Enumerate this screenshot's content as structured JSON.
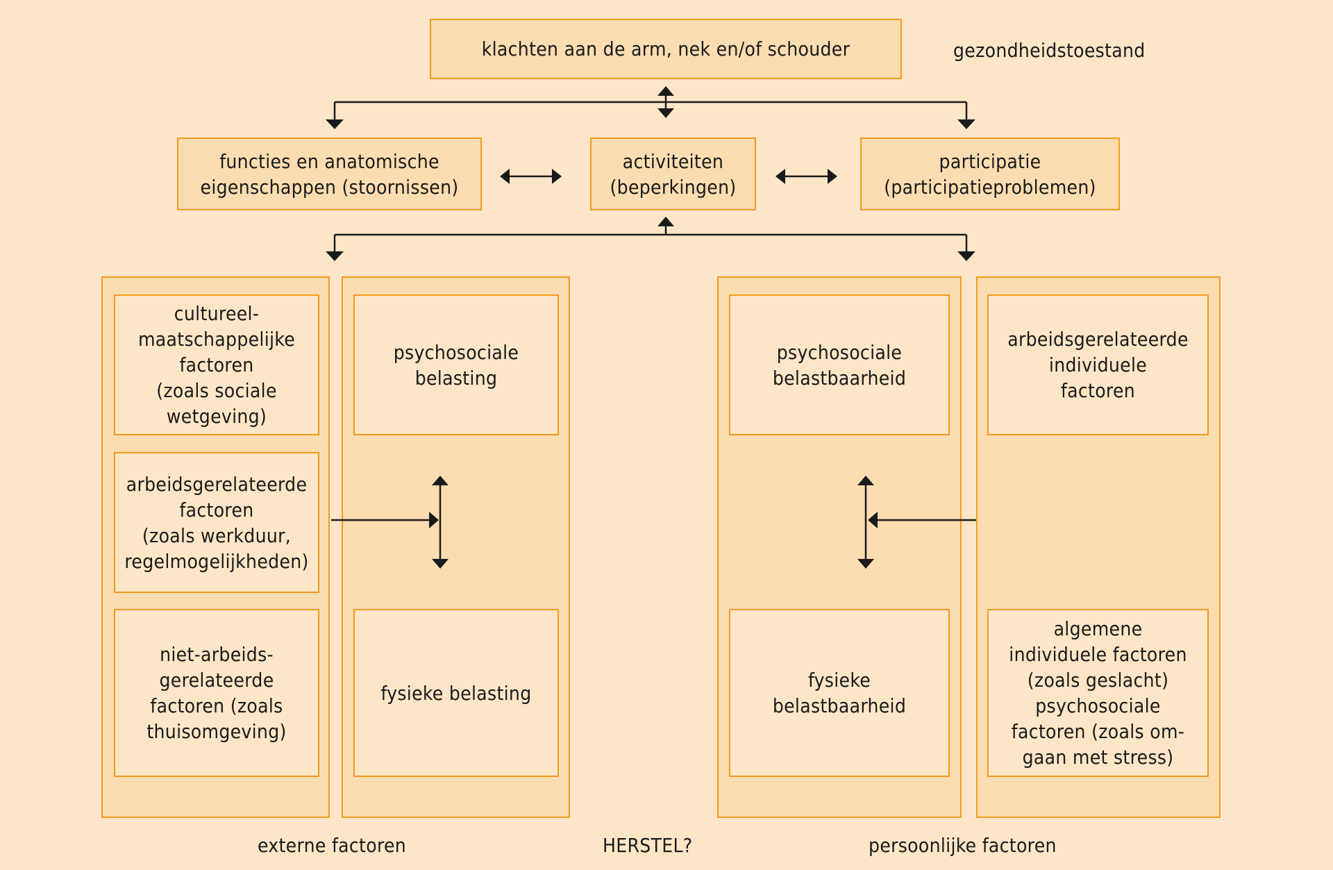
{
  "top": {
    "complaint": "klachten aan de arm, nek en/of schouder",
    "health_state_label": "gezondheidstoestand"
  },
  "middle_row": {
    "functions": "functies en anatomische\neigenschappen (stoornissen)",
    "activities": "activiteiten\n(beperkingen)",
    "participation": "participatie\n(participatieproblemen)"
  },
  "external_factors": {
    "column_1": [
      "cultureel-\nmaatschappelijke\nfactoren\n(zoals sociale\nwetgeving)",
      "arbeidsgerelateerde\nfactoren\n(zoals werkduur,\nregelmogelijkheden)",
      "niet-arbeids-\ngerelateerde\nfactoren (zoals\nthuisomgeving)"
    ],
    "column_2": [
      "psychosociale\nbelasting",
      "fysieke belasting"
    ],
    "caption": "externe factoren"
  },
  "personal_factors": {
    "column_1": [
      "psychosociale\nbelastbaarheid",
      "fysieke\nbelastbaarheid"
    ],
    "column_2": [
      "arbeidsgerelateerde\nindividuele\nfactoren",
      "algemene\nindividuele factoren\n(zoals geslacht)\npsychosociale\nfactoren (zoals om-\ngaan met stress)"
    ],
    "caption": "persoonlijke factoren"
  },
  "recovery_label": "HERSTEL?",
  "colors": {
    "background": "#FDE6C7",
    "panel_fill": "#FCDDB1",
    "border": "#F39A1F",
    "arrow": "#1a1a1a"
  }
}
